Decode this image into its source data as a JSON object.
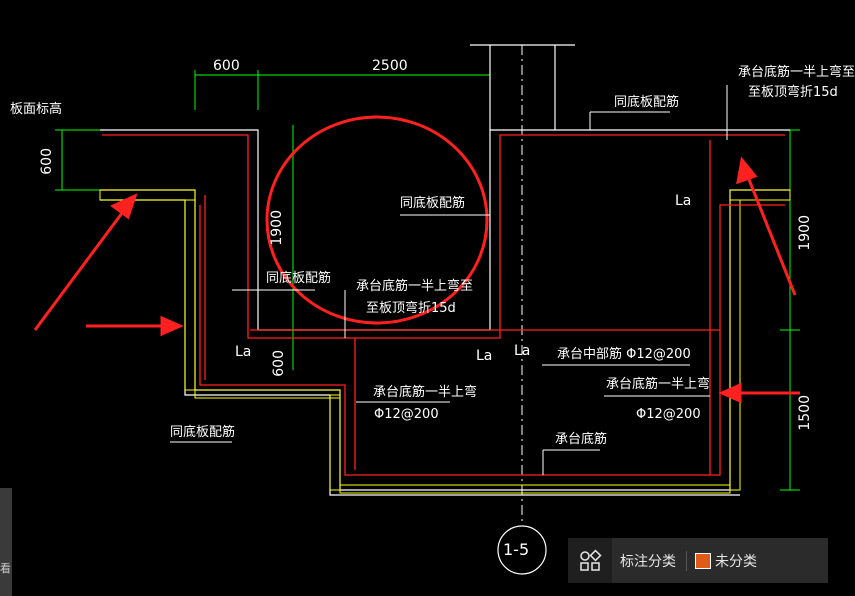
{
  "labels": {
    "dim_600_top": "600",
    "dim_2500": "2500",
    "plate_top": "板面标高",
    "dim_600_left": "600",
    "dim_1900_mid": "1900",
    "dim_600_mid": "600",
    "same_rebar_1": "同底板配筋",
    "same_rebar_2": "同底板配筋",
    "same_rebar_3": "同底板配筋",
    "same_rebar_4": "同底板配筋",
    "cap_bottom_top_1": "承台底筋一半上弯至",
    "cap_bottom_top_2": "至板顶弯折15d",
    "cap_bottom_left_1": "承台底筋一半上弯至",
    "cap_bottom_left_2": "至板顶弯折15d",
    "la_1": "La",
    "la_2": "La",
    "la_3": "La",
    "la_4": "La",
    "cap_mid_rebar": "承台中部筋  Φ12@200",
    "cap_half_up_1": "承台底筋一半上弯",
    "cap_half_up_1_spec": "Φ12@200",
    "cap_half_up_2": "承台底筋一半上弯",
    "cap_half_up_2_spec": "Φ12@200",
    "cap_bottom_rebar": "承台底筋",
    "dim_1900_right": "1900",
    "dim_1500_right": "1500",
    "section_tag": "1-5"
  },
  "toolbar": {
    "annotation_category": "标注分类",
    "category_value": "未分类",
    "swatch_color": "#e05a1a"
  },
  "left_edge_text": "看",
  "colors": {
    "rebar": "#ff2020",
    "wall": "#ffffff",
    "dimension": "#00ff00",
    "hatch": "#ffff00",
    "annotation": "#ff3030"
  }
}
